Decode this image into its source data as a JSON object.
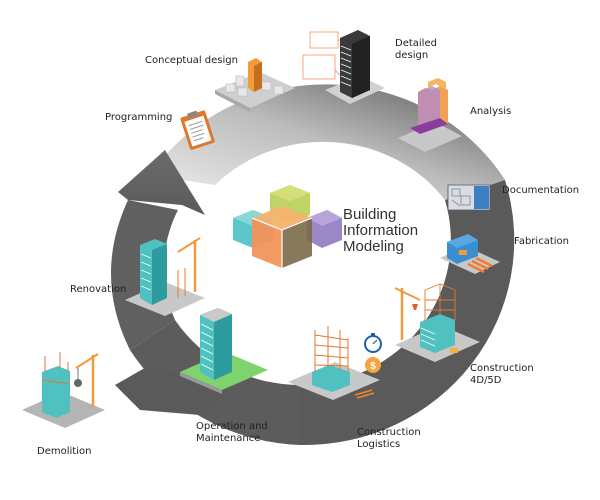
{
  "logo": {
    "lines": [
      "Building",
      "Information",
      "Modeling"
    ],
    "cube_colors": {
      "teal": "#5cc6c9",
      "green": "#b9cf55",
      "purple": "#9b86c8",
      "orange": "#f2935a",
      "dark": "#7a6a4a"
    }
  },
  "stages": [
    {
      "id": "programming",
      "label": [
        "Programming"
      ],
      "icon": "clipboard-icon"
    },
    {
      "id": "conceptual-design",
      "label": [
        "Conceptual design"
      ],
      "icon": "massing-model-icon"
    },
    {
      "id": "detailed-design",
      "label": [
        "Detailed",
        "design"
      ],
      "icon": "detailed-tower-icon"
    },
    {
      "id": "analysis",
      "label": [
        "Analysis"
      ],
      "icon": "analysis-tower-icon"
    },
    {
      "id": "documentation",
      "label": [
        "Documentation"
      ],
      "icon": "blueprint-icon"
    },
    {
      "id": "fabrication",
      "label": [
        "Fabrication"
      ],
      "icon": "fabrication-machine-icon"
    },
    {
      "id": "construction-4d5d",
      "label": [
        "Construction",
        "4D/5D"
      ],
      "icon": "crane-construction-icon"
    },
    {
      "id": "construction-logistics",
      "label": [
        "Construction",
        "Logistics"
      ],
      "icon": "steel-frame-icon"
    },
    {
      "id": "operation-maintenance",
      "label": [
        "Operation and",
        "Maintenance"
      ],
      "icon": "green-site-building-icon"
    },
    {
      "id": "renovation",
      "label": [
        "Renovation"
      ],
      "icon": "renovation-building-icon"
    },
    {
      "id": "demolition",
      "label": [
        "Demolition"
      ],
      "icon": "wrecking-ball-icon"
    }
  ],
  "colors": {
    "ring_light": "#d9d9d9",
    "ring_dark": "#595959",
    "accent_orange": "#f29a3c",
    "glass_teal": "#4fc1c0",
    "platform": "#c8c8c8"
  }
}
